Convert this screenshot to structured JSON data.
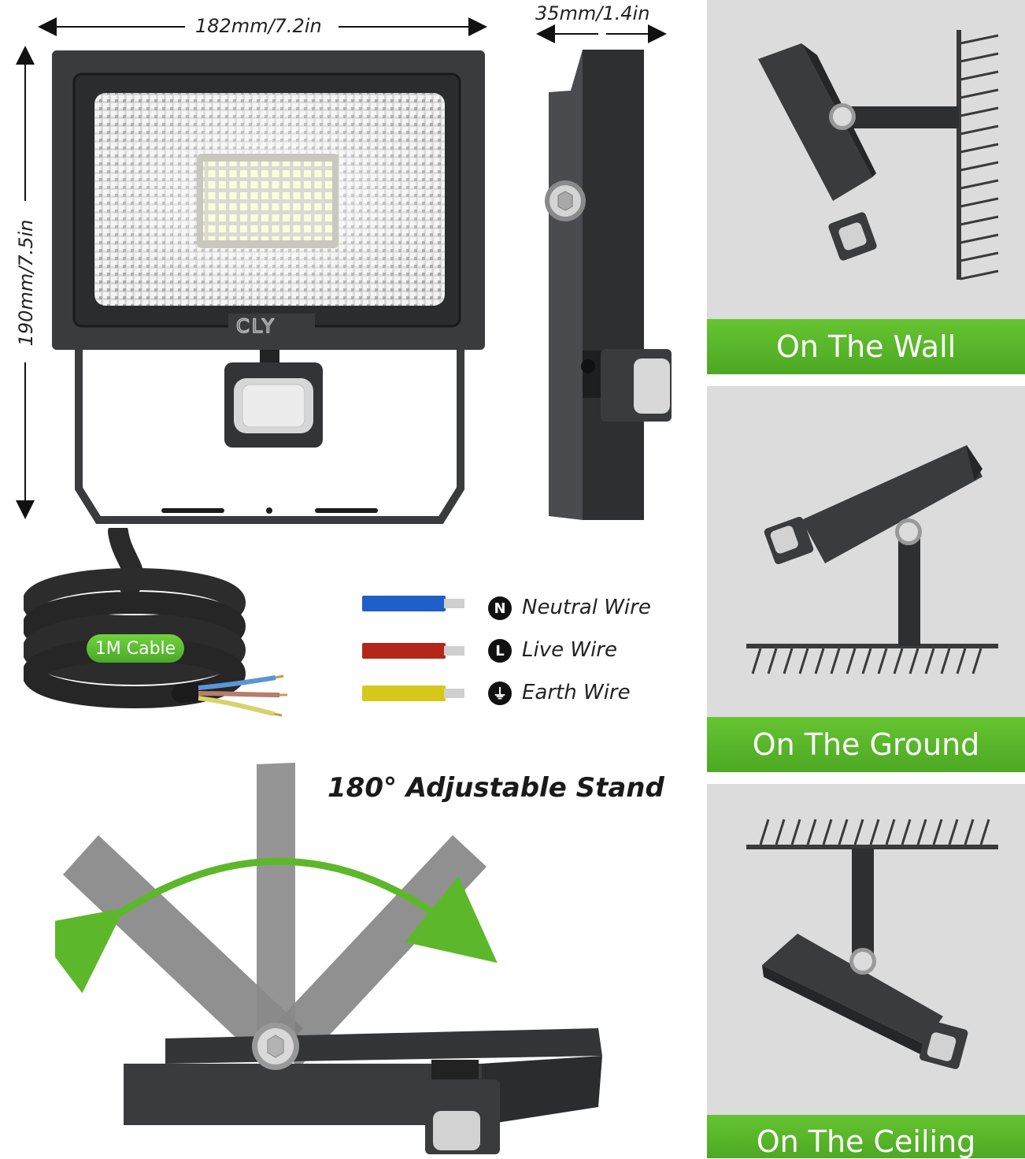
{
  "dimensions": {
    "width_label": "182mm/7.2in",
    "depth_label": "35mm/1.4in",
    "height_label": "190mm/7.5in"
  },
  "brand": {
    "logo_text": "CLY"
  },
  "cable": {
    "badge": "1M Cable"
  },
  "wires": [
    {
      "symbol": "N",
      "label": "Neutral Wire",
      "color": "#1f5fc8"
    },
    {
      "symbol": "L",
      "label": "Live Wire",
      "color": "#b3261a"
    },
    {
      "symbol": "⏚",
      "label": "Earth Wire",
      "color": "#d6c81a"
    }
  ],
  "stand": {
    "title": "180° Adjustable Stand"
  },
  "mounting": [
    {
      "label": "On The Wall"
    },
    {
      "label": "On The Ground"
    },
    {
      "label": "On The Ceiling"
    }
  ],
  "colors": {
    "accent_green": "#5cb82a",
    "housing": "#3a3b3d",
    "panel_bg": "#dcdcdc"
  }
}
